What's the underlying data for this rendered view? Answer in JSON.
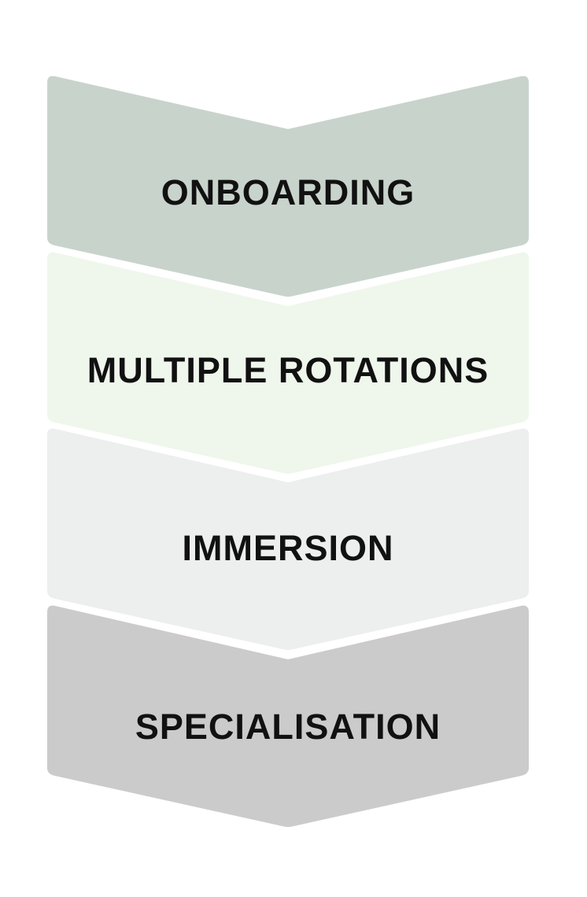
{
  "stages": [
    {
      "label": "ONBOARDING",
      "color": "#c8d3cc"
    },
    {
      "label": "MULTIPLE ROTATIONS",
      "color": "#eff7ec"
    },
    {
      "label": "IMMERSION",
      "color": "#ecefed"
    },
    {
      "label": "SPECIALISATION",
      "color": "#cbcbcb"
    }
  ]
}
